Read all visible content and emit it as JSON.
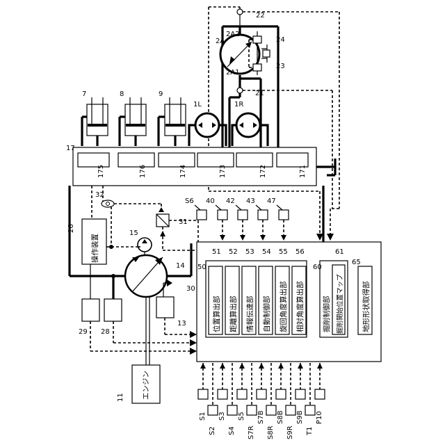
{
  "components": {
    "engine": {
      "number": "11",
      "label": "エンジン"
    },
    "main_pump": {
      "number": "14"
    },
    "pilot_pump": {
      "number": "15"
    },
    "pump_sensor_13": {
      "number": "13"
    },
    "control_valve_unit": {
      "number": "17"
    },
    "operation_device": {
      "number": "26",
      "label": "操作装置"
    },
    "sensor_28": {
      "number": "28"
    },
    "sensor_29": {
      "number": "29"
    },
    "controller": {
      "number": "30"
    },
    "valve_31": {
      "number": "31"
    },
    "shuttle_32": {
      "number": "32"
    },
    "cylinders": [
      {
        "number": "7"
      },
      {
        "number": "8"
      },
      {
        "number": "9"
      }
    ],
    "travel_motors": [
      {
        "number": "1L"
      },
      {
        "number": "1R"
      }
    ],
    "swing_motor": {
      "number": "2A",
      "port1": "2A1",
      "port2": "2A2"
    },
    "swing_sensors": [
      {
        "number": "21"
      },
      {
        "number": "22"
      }
    ],
    "relief_valves": [
      {
        "number": "23"
      },
      {
        "number": "24"
      }
    ],
    "spools": [
      "175",
      "176",
      "174",
      "173",
      "172",
      "171"
    ],
    "top_sensors": [
      "S6",
      "40",
      "42",
      "43",
      "47"
    ]
  },
  "controller_units": {
    "group1": {
      "number": "50"
    },
    "group2": {
      "number": "60"
    },
    "items": [
      {
        "number": "51",
        "label": "位置算出部"
      },
      {
        "number": "52",
        "label": "距離算出部"
      },
      {
        "number": "53",
        "label": "情報伝達部"
      },
      {
        "number": "54",
        "label": "自動制御部"
      },
      {
        "number": "55",
        "label": "旋回角度算出部"
      },
      {
        "number": "56",
        "label": "相対角度算出部"
      }
    ],
    "group2_items": [
      {
        "label": "掘削制御部"
      },
      {
        "number": "61",
        "label": "掘削開始位置マップ"
      }
    ],
    "terrain": {
      "number": "65",
      "label": "地形形状取得部"
    }
  },
  "bottom_sensors": {
    "top_row": [
      "S1",
      "S3",
      "S5",
      "S7B",
      "S8B",
      "S9B",
      "P10"
    ],
    "bottom_row": [
      "S2",
      "S4",
      "S7R",
      "S8R",
      "S9R",
      "T1"
    ]
  }
}
